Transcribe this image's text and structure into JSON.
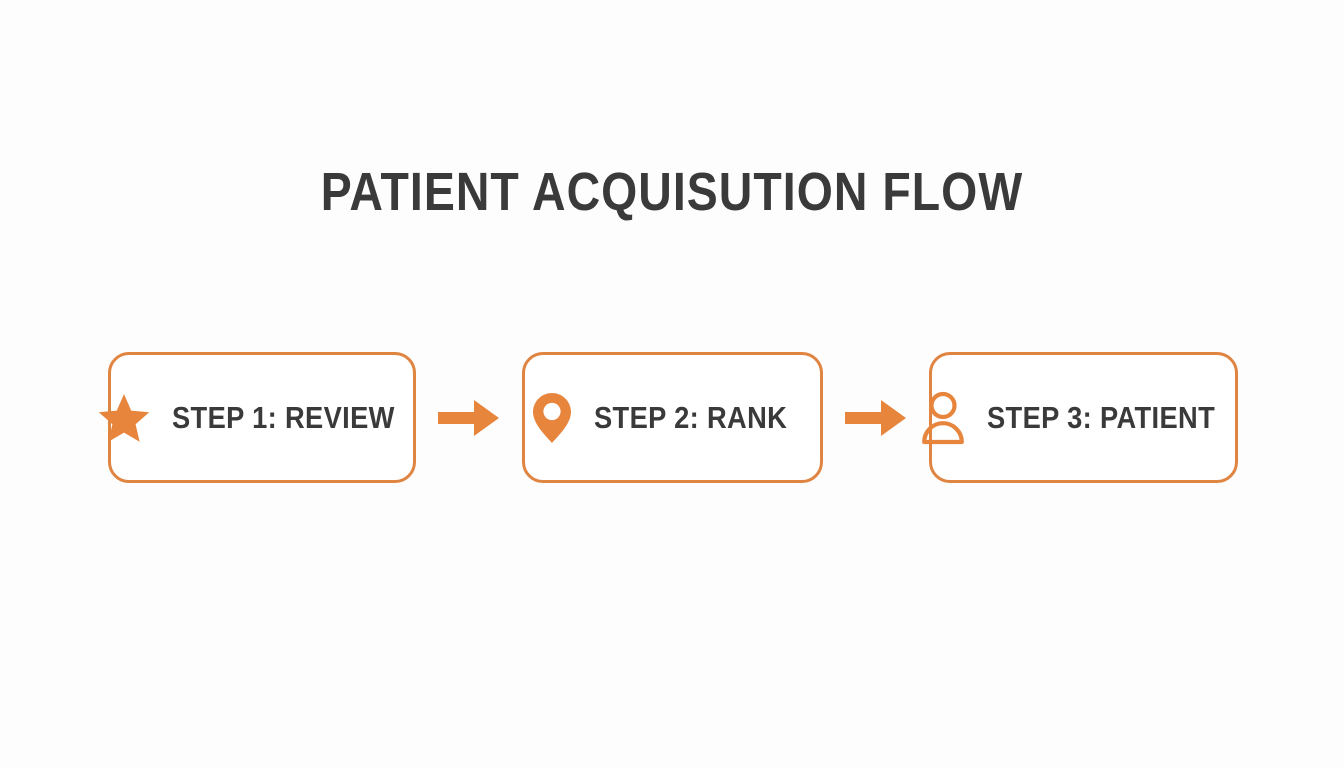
{
  "slide": {
    "title": "PATIENT ACQUISUTION FLOW",
    "background_color": "#fdfdfd",
    "accent_color": "#e8853c",
    "border_color": "#e08442",
    "text_color": "#3a3a3a"
  },
  "flow": {
    "steps": [
      {
        "icon": "star-icon",
        "label": "STEP 1: REVIEW"
      },
      {
        "icon": "map-pin-icon",
        "label": "STEP 2: RANK"
      },
      {
        "icon": "person-icon",
        "label": "STEP 3: PATIENT"
      }
    ],
    "connectors": [
      {
        "icon": "arrow-right-icon"
      },
      {
        "icon": "arrow-right-icon"
      }
    ]
  }
}
